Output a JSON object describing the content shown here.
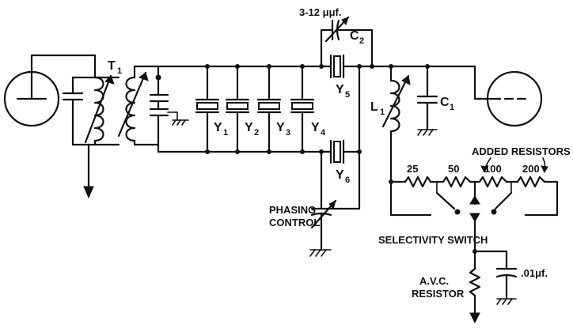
{
  "labels": {
    "c2_value": "3-12 μμf.",
    "c2_name": "C",
    "c2_sub": "2",
    "t1_name": "T",
    "t1_sub": "1",
    "y1": "Y",
    "y1_sub": "1",
    "y2": "Y",
    "y2_sub": "2",
    "y3": "Y",
    "y3_sub": "3",
    "y4": "Y",
    "y4_sub": "4",
    "y5": "Y",
    "y5_sub": "5",
    "y6": "Y",
    "y6_sub": "6",
    "l1": "L",
    "l1_sub": "1",
    "c1": "C",
    "c1_sub": "1",
    "added_resistors": "ADDED RESISTORS",
    "r25": "25",
    "r50": "50",
    "r100": "100",
    "r200": "200",
    "phasing_1": "PHASING",
    "phasing_2": "CONTROL",
    "selectivity": "SELECTIVITY SWITCH",
    "avc_1": "A.V.C.",
    "avc_2": "RESISTOR",
    "cap_01": ".01μf."
  }
}
